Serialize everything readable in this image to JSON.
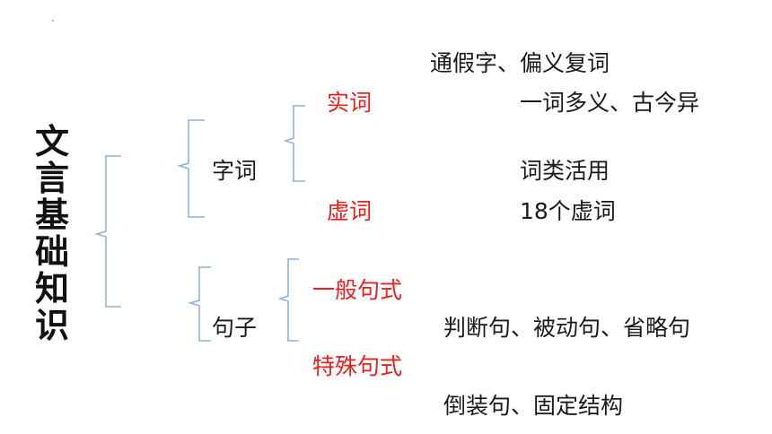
{
  "root": {
    "chars": [
      "文",
      "言",
      "基",
      "础",
      "知",
      "识"
    ]
  },
  "ziCi": {
    "label": "字词",
    "shiCi": {
      "label": "实词",
      "items": [
        "通假字、偏义复词",
        "一词多义、古今异",
        "词类活用"
      ]
    },
    "xuCi": {
      "label": "虚词",
      "item": "18个虚词"
    }
  },
  "juZi": {
    "label": "句子",
    "yiBan": {
      "label": "一般句式"
    },
    "teShu": {
      "label": "特殊句式",
      "items": [
        "判断句、被动句、省略句",
        "倒装句、固定结构"
      ]
    }
  },
  "colors": {
    "accent_red": "#e8201e",
    "bracket_blue": "#8fb3d9",
    "text": "#1a1a1a"
  }
}
